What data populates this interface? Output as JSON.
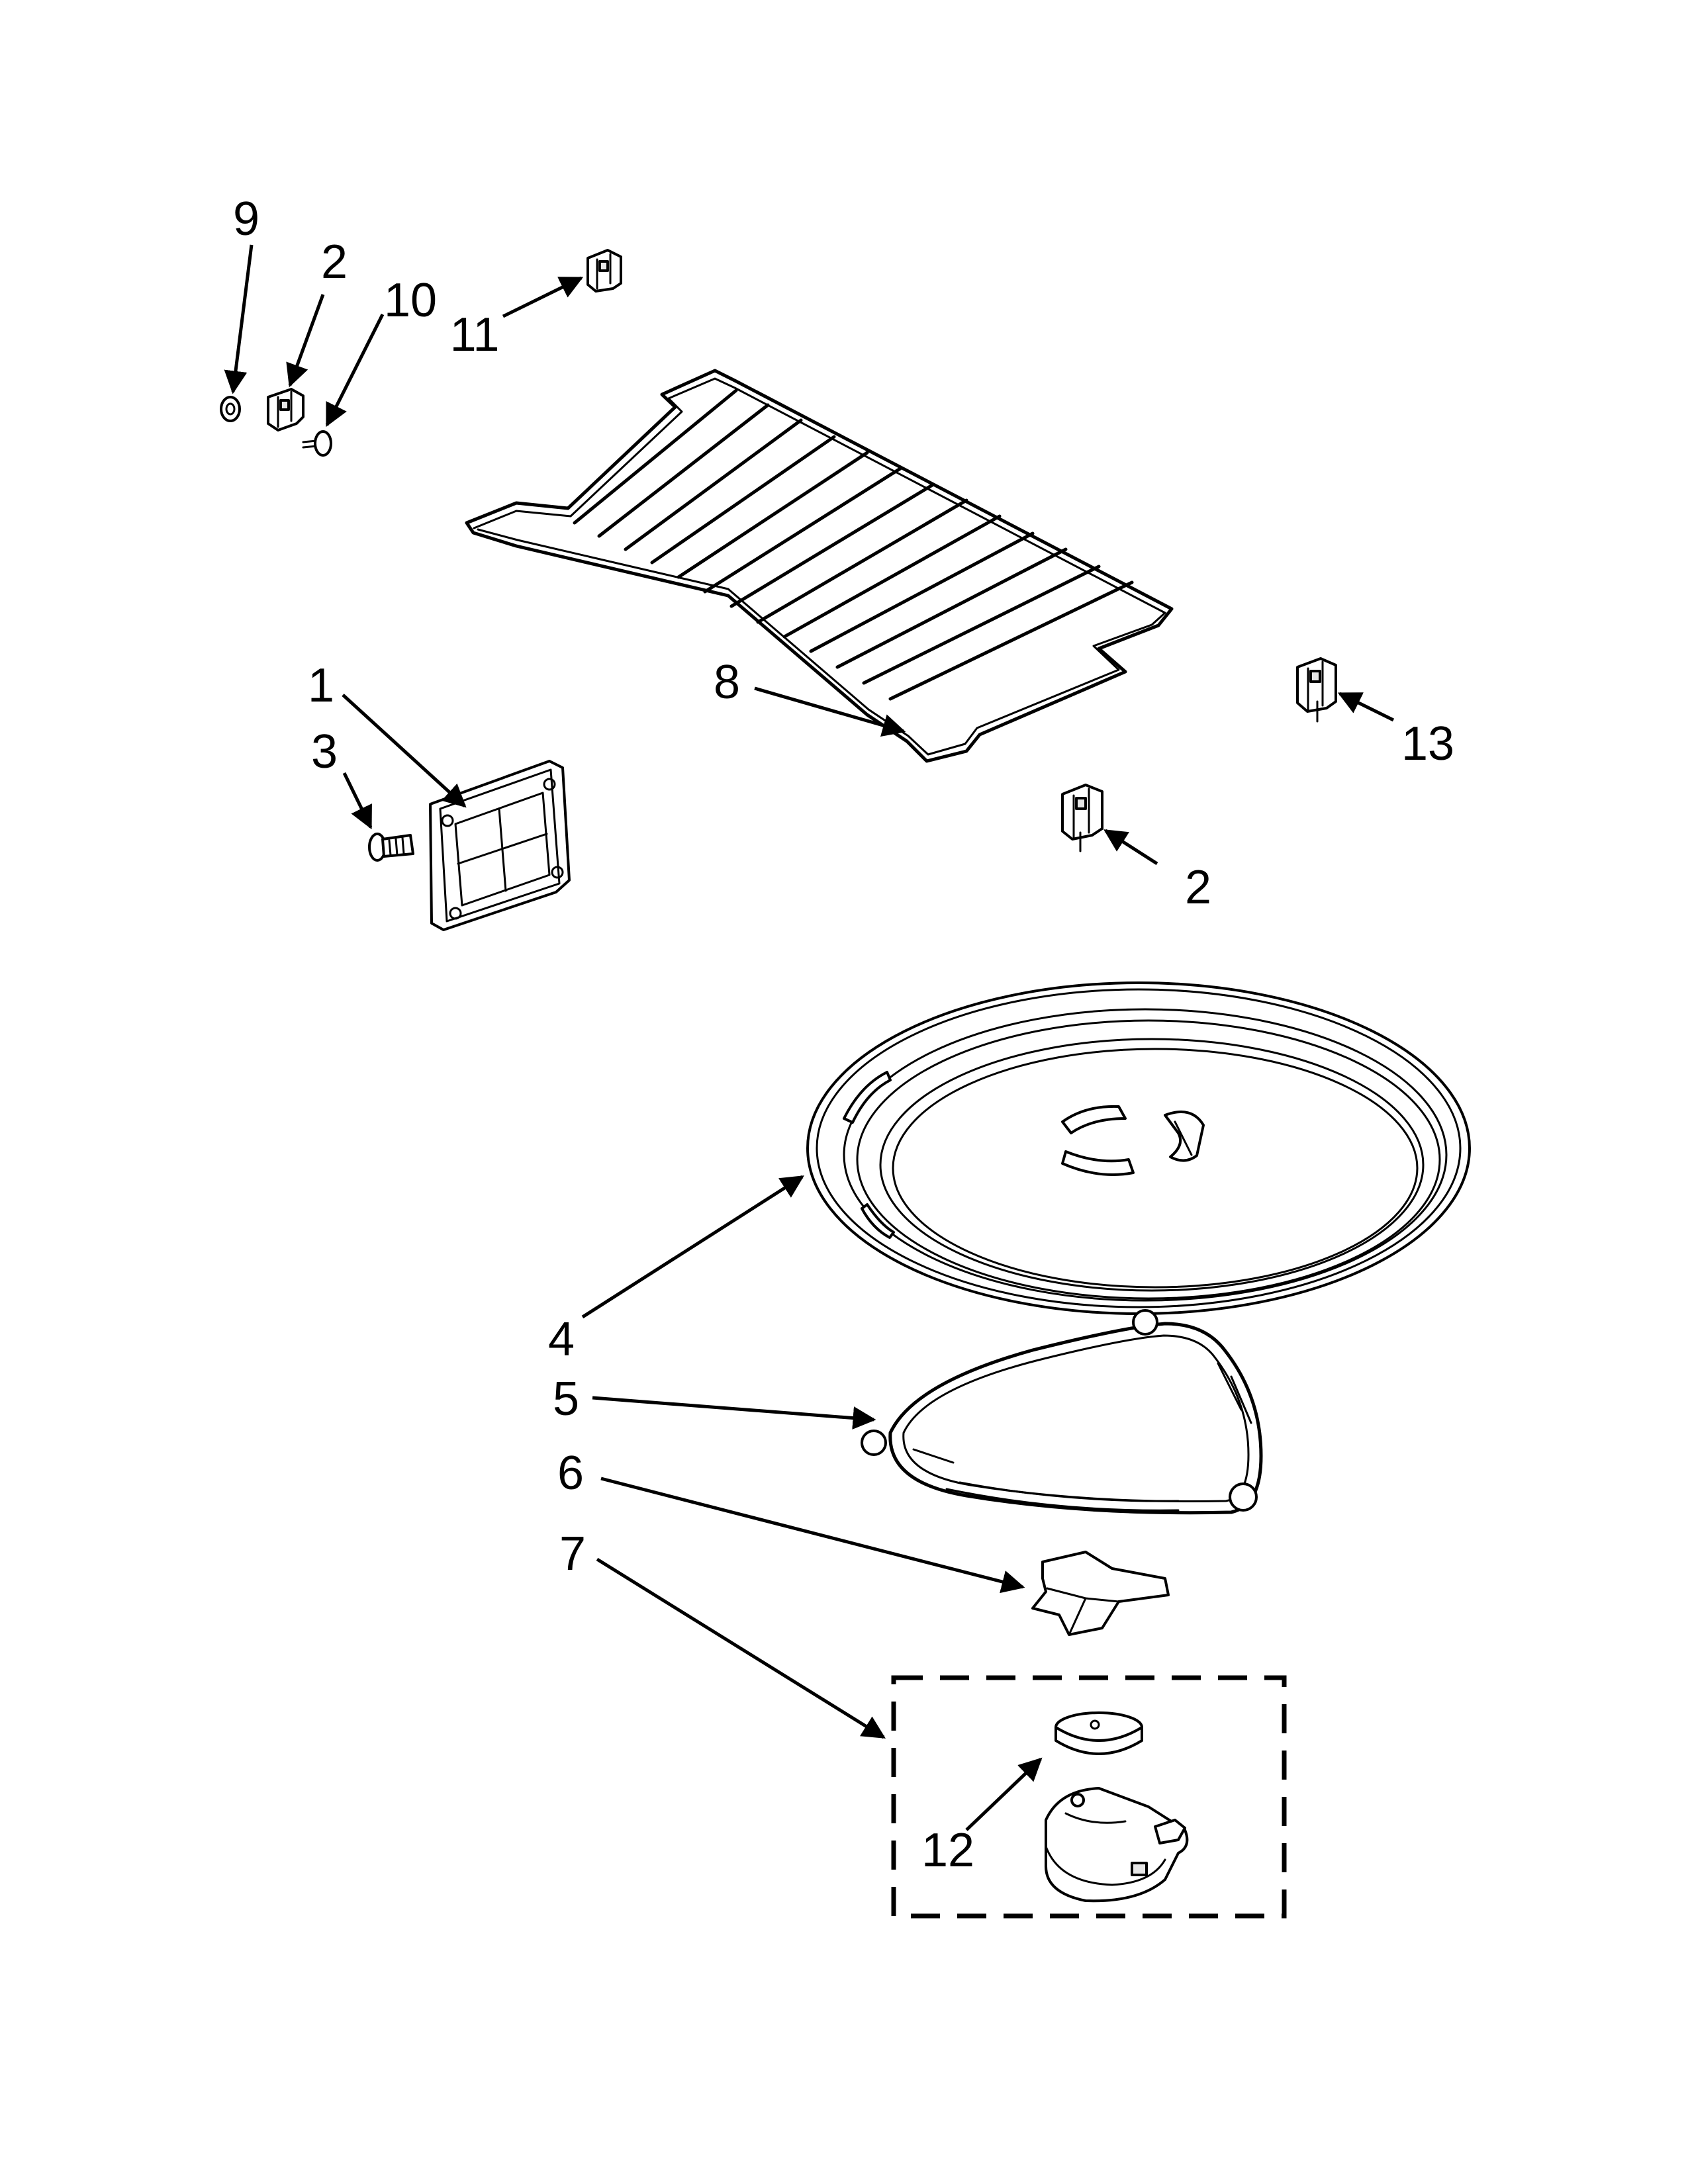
{
  "callouts": {
    "c1": "1",
    "c2a": "2",
    "c2b": "2",
    "c3": "3",
    "c4": "4",
    "c5": "5",
    "c6": "6",
    "c7": "7",
    "c8": "8",
    "c9": "9",
    "c10": "10",
    "c11": "11",
    "c12": "12",
    "c13": "13"
  }
}
